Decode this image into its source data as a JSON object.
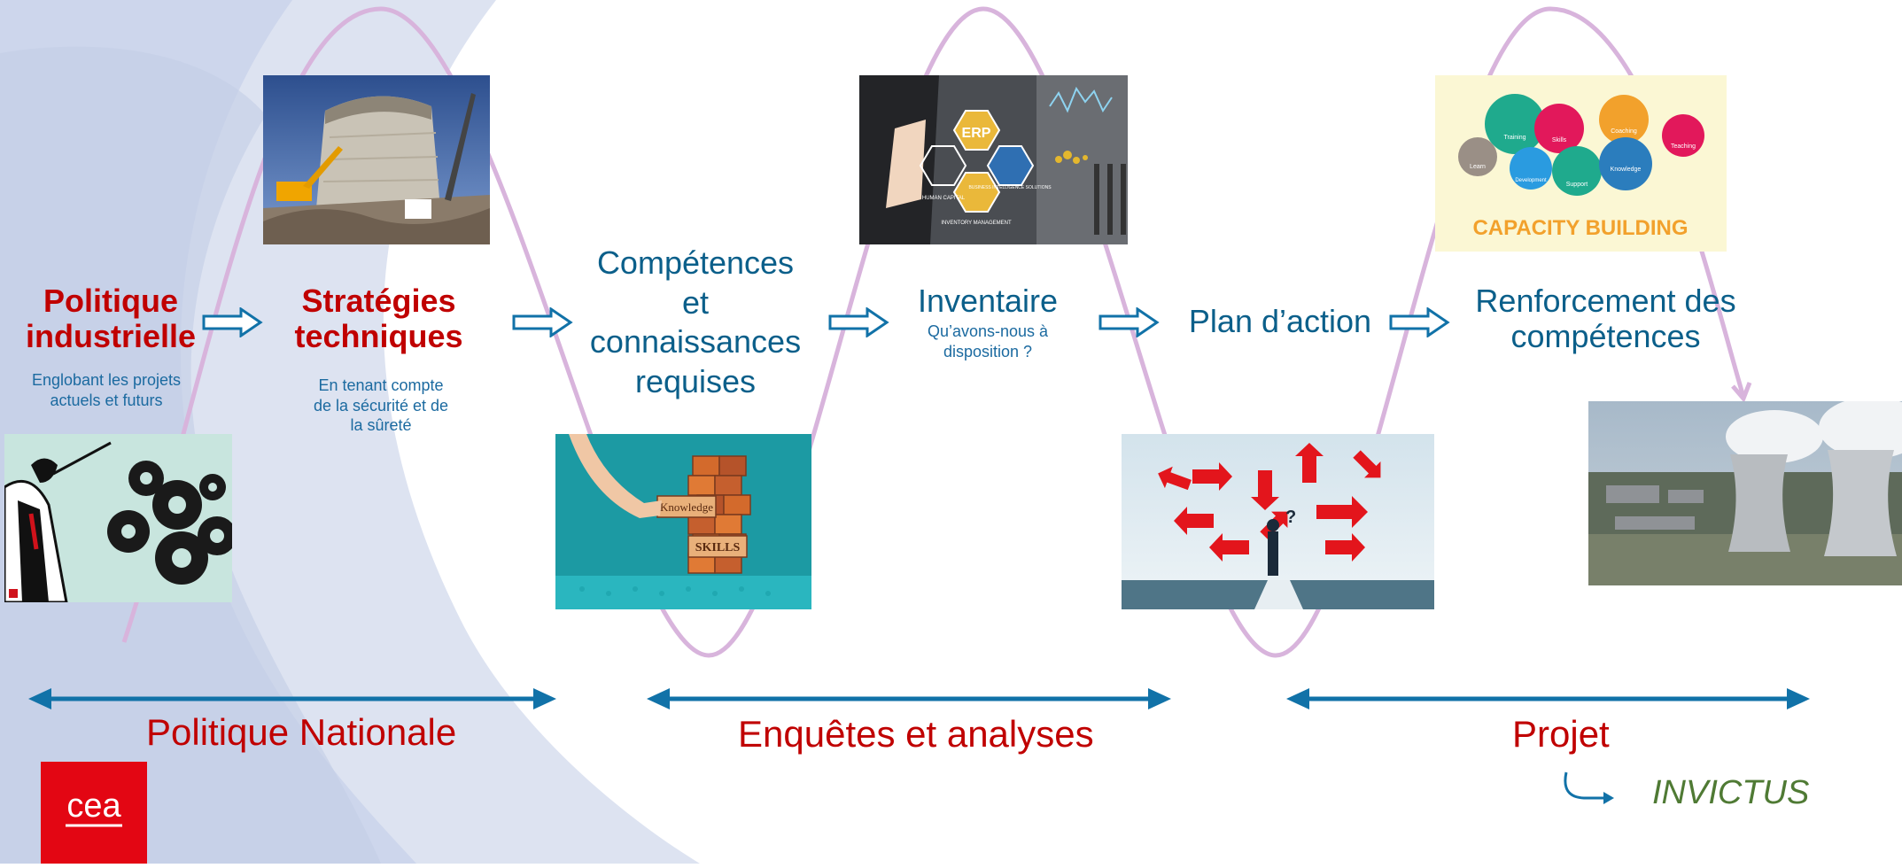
{
  "steps": [
    {
      "title_line1": "Politique",
      "title_line2": "industrielle",
      "subtitle_line1": "Englobant les projets",
      "subtitle_line2": "actuels et futurs"
    },
    {
      "title_line1": "Stratégies",
      "title_line2": "techniques",
      "subtitle_line1": "En tenant compte",
      "subtitle_line2": "de la sécurité et de",
      "subtitle_line3": "la sûreté"
    },
    {
      "title_line1": "Compétences",
      "title_line2": "et",
      "title_line3": "connaissances",
      "title_line4": "requises"
    },
    {
      "title_line1": "Inventaire",
      "subtitle_line1": "Qu’avons-nous à",
      "subtitle_line2": "disposition ?"
    },
    {
      "title_line1": "Plan d’action"
    },
    {
      "title_line1": "Renforcement des",
      "title_line2": "compétences"
    }
  ],
  "phases": [
    {
      "label": "Politique Nationale"
    },
    {
      "label": "Enquêtes et analyses"
    },
    {
      "label": "Projet"
    }
  ],
  "project_name": "INVICTUS",
  "images": {
    "erp": {
      "center": "ERP",
      "left": "HUMAN CAPITAL",
      "right": "BUSINESS INTELLIGENCE SOLUTIONS",
      "bottom": "INVENTORY MANAGEMENT"
    },
    "capacity": {
      "banner": "CAPACITY BUILDING",
      "bubbles": [
        "Learn",
        "Training",
        "Skills",
        "Coaching",
        "Teaching",
        "Development",
        "Support",
        "Knowledge"
      ]
    },
    "knowledge_blocks": {
      "block1": "Knowledge",
      "block2": "SKILLS"
    }
  },
  "logo": {
    "text": "cea"
  },
  "colors": {
    "red": "#c00000",
    "blue": "#0b5f8a",
    "arrow_blue": "#1172a8",
    "wave": "#d8b4dc",
    "green": "#4f7a34",
    "logo_bg": "#e30613"
  }
}
